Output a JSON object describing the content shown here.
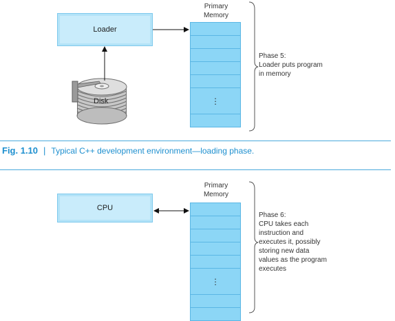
{
  "top": {
    "loader_label": "Loader",
    "disk_label": "Disk",
    "memory_title": [
      "Primary",
      "Memory"
    ],
    "phase_lines": [
      "Phase 5:",
      "Loader puts program",
      "in memory"
    ]
  },
  "caption": {
    "label": "Fig. 1.10",
    "separator": "|",
    "text": "Typical C++ development environment—loading phase."
  },
  "bottom": {
    "cpu_label": "CPU",
    "memory_title": [
      "Primary",
      "Memory"
    ],
    "phase_lines": [
      "Phase 6:",
      "CPU takes each",
      "instruction and",
      "executes it, possibly",
      "storing new data",
      "values as the program",
      "executes"
    ]
  },
  "colors": {
    "accent": "#1d8fcf",
    "box_fill": "#c9ecfb",
    "memory_fill": "#8cd6f6"
  }
}
